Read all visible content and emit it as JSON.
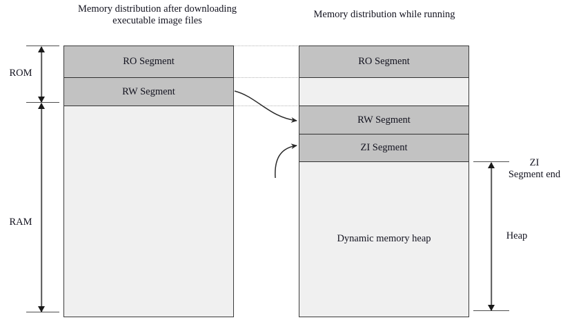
{
  "diagram": {
    "kind": "memory-layout-diagram",
    "colors": {
      "segment_fill": "#c2c2c2",
      "free_fill": "#f0f0f0",
      "border": "#3a3a3a",
      "dotted_link": "#b4b4b4",
      "arrow": "#4c4c4c",
      "text": "#12121e",
      "background": "#ffffff"
    },
    "titles": {
      "left": "Memory distribution after downloading executable image files",
      "right": "Memory distribution while running"
    },
    "left_column": {
      "name": "load-view",
      "segments": [
        {
          "label": "RO Segment",
          "fill": "filled"
        },
        {
          "label": "RW Segment",
          "fill": "filled"
        },
        {
          "label": "",
          "fill": "empty"
        }
      ]
    },
    "right_column": {
      "name": "run-view",
      "segments": [
        {
          "label": "RO Segment",
          "fill": "filled"
        },
        {
          "label": "",
          "fill": "empty"
        },
        {
          "label": "RW Segment",
          "fill": "filled"
        },
        {
          "label": "ZI Segment",
          "fill": "filled"
        },
        {
          "label": "Dynamic memory heap",
          "fill": "empty"
        }
      ]
    },
    "measures": {
      "rom": {
        "label": "ROM",
        "style": "double-headed"
      },
      "ram": {
        "label": "RAM",
        "style": "double-headed"
      },
      "zi_segment_end": {
        "label": "ZI\nSegment end",
        "style": "tick-marker"
      },
      "heap": {
        "label": "Heap",
        "style": "double-headed"
      }
    },
    "transitions": [
      {
        "from": "RW Segment (load)",
        "to": "RW Segment (run)"
      },
      {
        "from": "heap area",
        "to": "ZI Segment (run)"
      }
    ]
  }
}
